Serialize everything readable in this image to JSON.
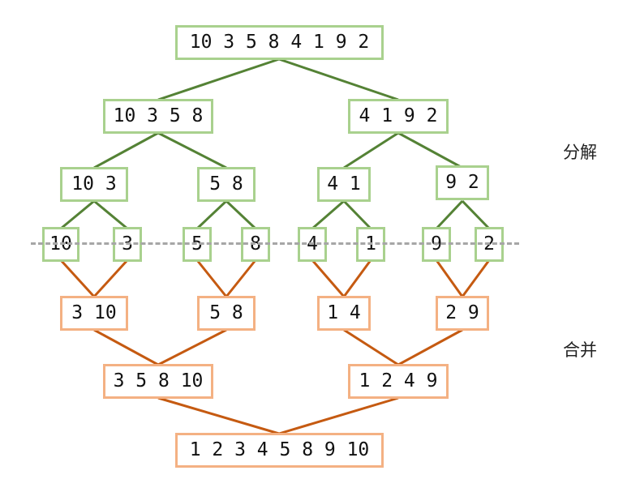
{
  "labels": {
    "split": "分解",
    "merge": "合并"
  },
  "colors": {
    "split_edge": "#548235",
    "split_border": "#a9d18e",
    "merge_edge": "#c55a11",
    "merge_border": "#f4b183",
    "divider": "#a6a6a6"
  },
  "split": {
    "level0": [
      "10 3 5 8 4 1 9 2"
    ],
    "level1": [
      "10 3 5 8",
      "4 1 9 2"
    ],
    "level2": [
      "10 3",
      "5 8",
      "4 1",
      "9 2"
    ],
    "level3": [
      "10",
      "3",
      "5",
      "8",
      "4",
      "1",
      "9",
      "2"
    ]
  },
  "merge": {
    "level1": [
      "3 10",
      "5 8",
      "1 4",
      "2 9"
    ],
    "level2": [
      "3 5 8 10",
      "1 2 4 9"
    ],
    "level3": [
      "1 2 3 4 5 8 9 10"
    ]
  }
}
